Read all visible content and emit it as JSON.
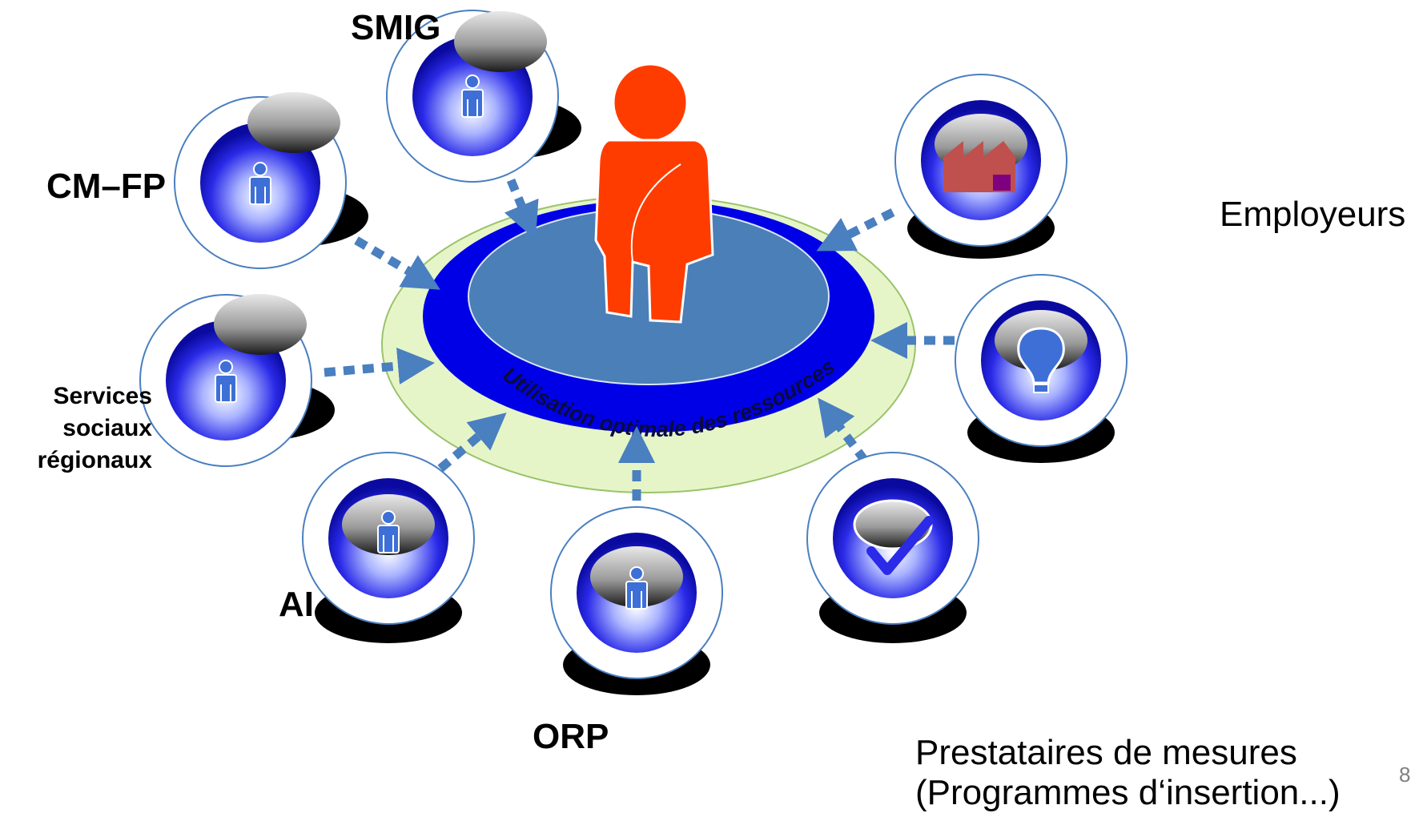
{
  "center": {
    "ring_label": "Utilisation optimale des ressources"
  },
  "nodes": {
    "smig": {
      "label": "SMIG",
      "icon": "person-icon"
    },
    "cmfp": {
      "label": "CM–FP",
      "icon": "person-icon"
    },
    "services": {
      "label_line1": "Services",
      "label_line2": "sociaux",
      "label_line3": "régionaux",
      "icon": "person-icon"
    },
    "ai": {
      "label": "AI",
      "icon": "person-icon"
    },
    "orp": {
      "label": "ORP",
      "icon": "person-icon"
    },
    "prestataires": {
      "label_line1": "Prestataires de mesures",
      "label_line2": "(Programmes d‘insertion...)",
      "icon": "checkmark-speech-icon"
    },
    "idea": {
      "icon": "lightbulb-icon"
    },
    "employeurs": {
      "label": "Employeurs",
      "icon": "factory-icon"
    }
  },
  "page_number": "8",
  "colors": {
    "person_figure": "#ff3c00",
    "outer_ring": "#e6f5c8",
    "blue_ring": "#0000e6",
    "center_disc": "#4a7fb8",
    "arrow": "#4a7fc0",
    "icon_person": "#3d6fd6",
    "factory": "#c0504d",
    "factory_window": "#7f007f"
  }
}
